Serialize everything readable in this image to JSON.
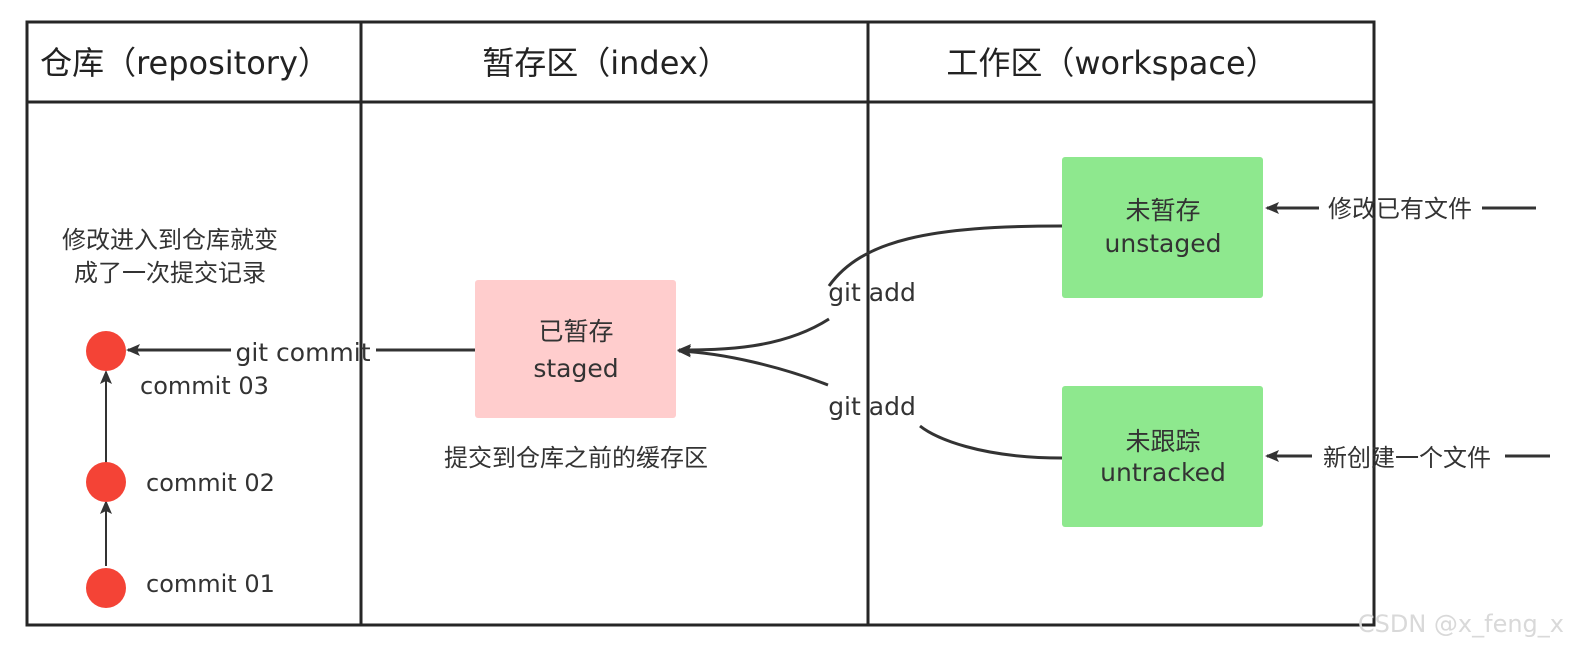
{
  "headers": {
    "repository": "仓库（repository）",
    "index": "暂存区（index）",
    "workspace": "工作区（workspace）"
  },
  "repository": {
    "note_line1": "修改进入到仓库就变",
    "note_line2": "成了一次提交记录",
    "commits": [
      "commit  03",
      "commit  02",
      "commit  01"
    ]
  },
  "index": {
    "staged_line1": "已暂存",
    "staged_line2": "staged",
    "note": "提交到仓库之前的缓存区"
  },
  "workspace": {
    "unstaged_line1": "未暂存",
    "unstaged_line2": "unstaged",
    "untracked_line1": "未跟踪",
    "untracked_line2": "untracked"
  },
  "edges": {
    "git_commit": "git commit",
    "git_add_top": "git add",
    "git_add_bottom": "git add",
    "modify_existing": "修改已有文件",
    "new_file": "新创建一个文件"
  },
  "watermark": "CSDN @x_feng_x",
  "colors": {
    "border": "#262626",
    "commit_dot": "#f44336",
    "staged_fill": "#ffcdcd",
    "workspace_fill": "#8ee88e",
    "arrow": "#333333",
    "watermark": "#d9d9d9"
  }
}
